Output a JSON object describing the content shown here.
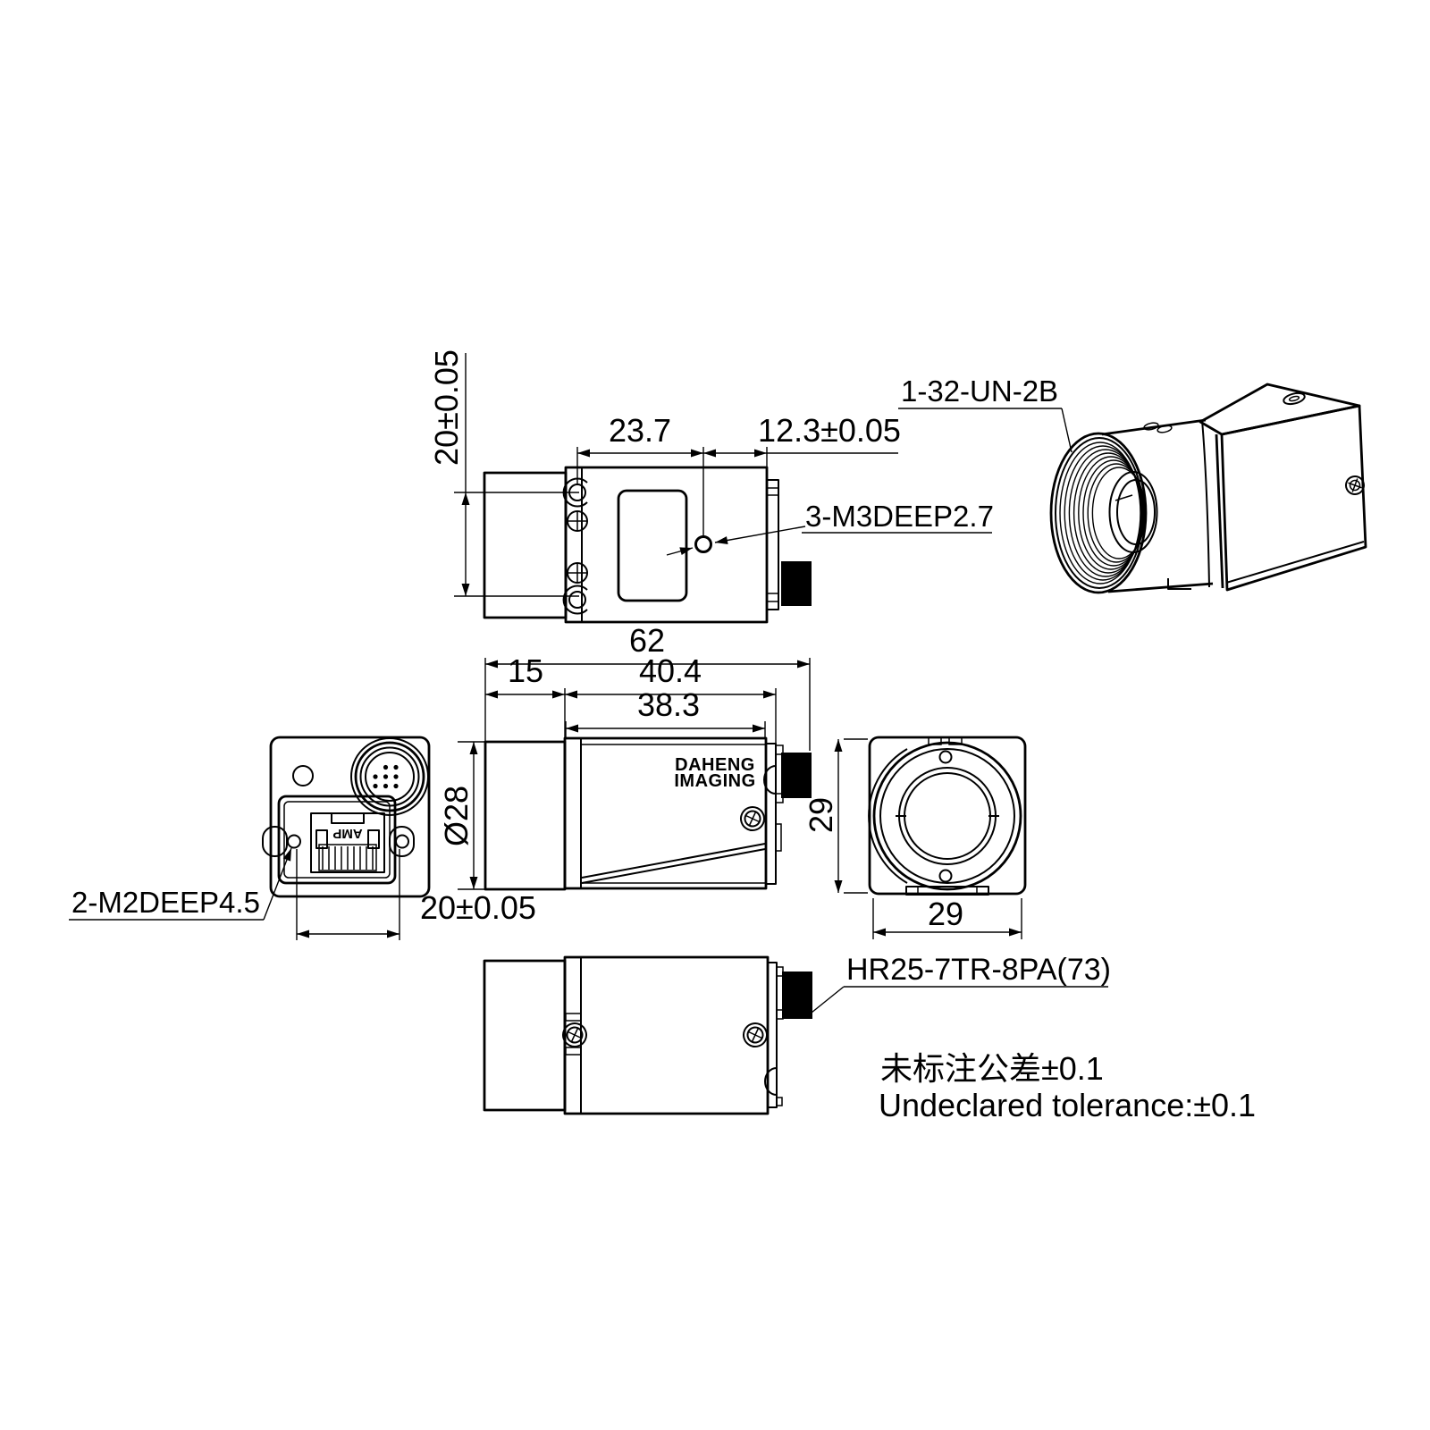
{
  "page": {
    "background": "#ffffff",
    "line_color": "#000000",
    "connector_fill": "#000000",
    "description": "Dimensional engineering drawing of DAHENG IMAGING industrial camera with top, side, back, front, bottom and perspective views"
  },
  "labels": {
    "dim_mount_pitch_top": "20±0.05",
    "dim_23_7": "23.7",
    "dim_12_3": "12.3±0.05",
    "thread_callout": "1-32-UN-2B",
    "m3_callout": "3-M3DEEP2.7",
    "dim_62": "62",
    "dim_15": "15",
    "dim_40_4": "40.4",
    "dim_38_3": "38.3",
    "dim_dia_28": "Ø28",
    "dim_29_height": "29",
    "m2_callout": "2-M2DEEP4.5",
    "dim_mount_pitch_back": "20±0.05",
    "dim_29_front_width": "29",
    "hr25_callout": "HR25-7TR-8PA(73)",
    "logo_line1": "DAHENG",
    "logo_line2": "IMAGING",
    "rj45_label": "AMP",
    "tolerance_note_cn": "未标注公差±0.1",
    "tolerance_note_en": "Undeclared tolerance:±0.1"
  }
}
